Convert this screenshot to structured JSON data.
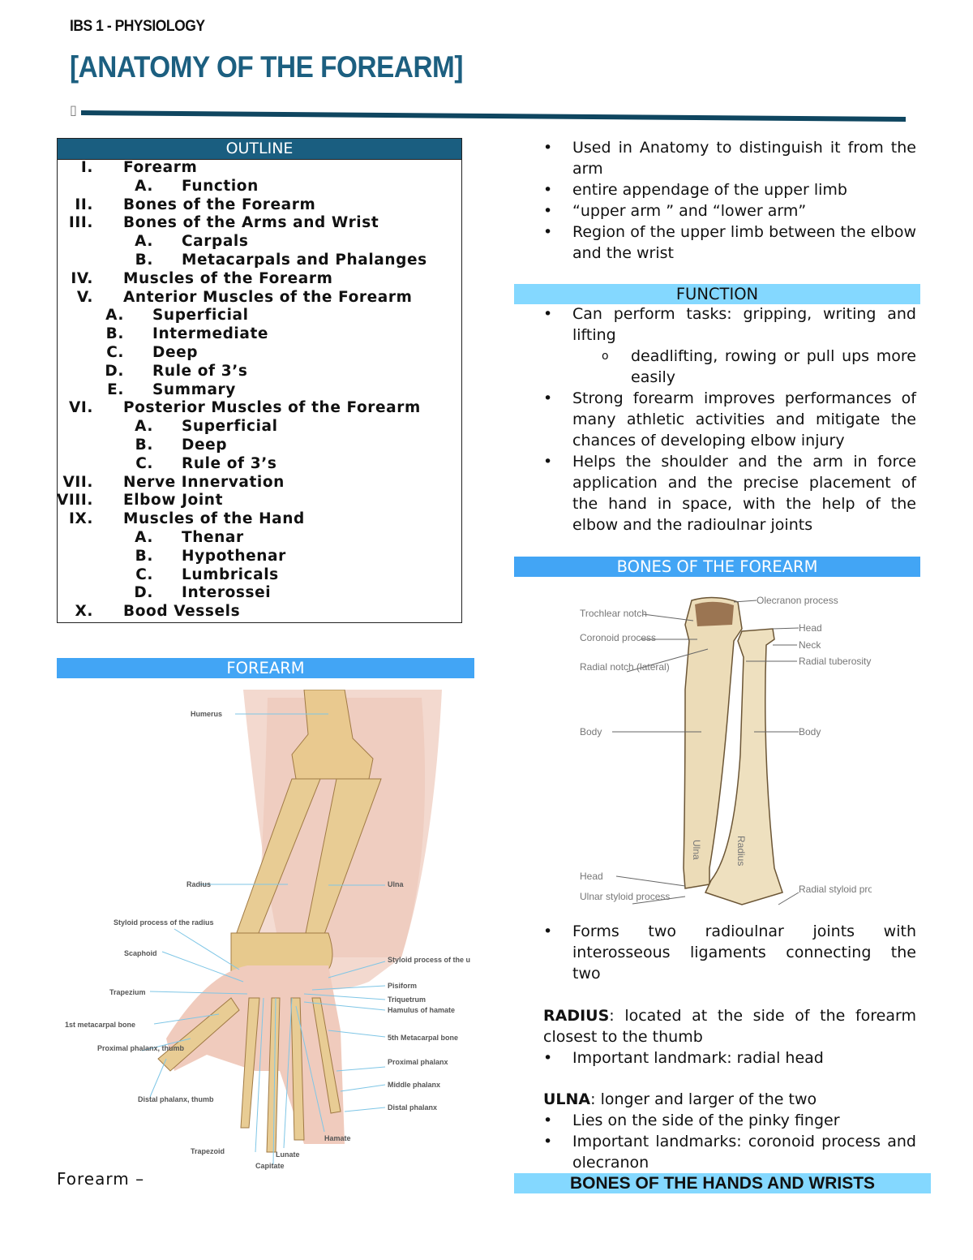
{
  "header": {
    "course": "IBS 1 - PHYSIOLOGY",
    "title": "[ANATOMY OF THE FOREARM]",
    "glyph": "▯"
  },
  "colors": {
    "title": "#1c5f80",
    "outline_header": "#1a5e80",
    "section_bar": "#42a5f5",
    "light_bar": "#84d8ff",
    "rule": "#0f4660"
  },
  "outline": {
    "heading": "OUTLINE",
    "items": [
      {
        "num": "I.",
        "label": "Forearm",
        "level": 0
      },
      {
        "num": "A.",
        "label": "Function",
        "level": 2
      },
      {
        "num": "II.",
        "label": "Bones of the Forearm",
        "level": 0
      },
      {
        "num": "III.",
        "label": "Bones of the Arms and Wrist",
        "level": 0
      },
      {
        "num": "A.",
        "label": "Carpals",
        "level": 2
      },
      {
        "num": "B.",
        "label": "Metacarpals and Phalanges",
        "level": 2
      },
      {
        "num": "IV.",
        "label": "Muscles of the Forearm",
        "level": 0
      },
      {
        "num": "V.",
        "label": "Anterior Muscles of the Forearm",
        "level": 0
      },
      {
        "num": "A.",
        "label": "Superficial",
        "level": 1
      },
      {
        "num": "B.",
        "label": "Intermediate",
        "level": 1
      },
      {
        "num": "C.",
        "label": "Deep",
        "level": 1
      },
      {
        "num": "D.",
        "label": "Rule of 3’s",
        "level": 1
      },
      {
        "num": "E.",
        "label": "Summary",
        "level": 1
      },
      {
        "num": "VI.",
        "label": "Posterior Muscles of the Forearm",
        "level": 0
      },
      {
        "num": "A.",
        "label": "Superficial",
        "level": 2
      },
      {
        "num": "B.",
        "label": "Deep",
        "level": 2
      },
      {
        "num": "C.",
        "label": "Rule of 3’s",
        "level": 2
      },
      {
        "num": "VII.",
        "label": "Nerve Innervation",
        "level": 0
      },
      {
        "num": "VIII.",
        "label": "Elbow Joint",
        "level": 0
      },
      {
        "num": "IX.",
        "label": "Muscles of the Hand",
        "level": 0
      },
      {
        "num": "A.",
        "label": "Thenar",
        "level": 2
      },
      {
        "num": "B.",
        "label": "Hypothenar",
        "level": 2
      },
      {
        "num": "C.",
        "label": "Lumbricals",
        "level": 2
      },
      {
        "num": "D.",
        "label": "Interossei",
        "level": 2
      },
      {
        "num": "X.",
        "label": "Bood Vessels",
        "level": 0
      }
    ]
  },
  "forearm": {
    "heading": "FOREARM",
    "caption": "Forearm –",
    "figure_labels": [
      "Humerus",
      "Radius",
      "Ulna",
      "Styloid process of the radius",
      "Scaphoid",
      "Trapezium",
      "1st metacarpal bone",
      "Proximal phalanx, thumb",
      "Distal phalanx, thumb",
      "Trapezoid",
      "Capitate",
      "Lunate",
      "Hamate",
      "Styloid process of the ulna",
      "Pisiform",
      "Triquetrum",
      "Hamulus of hamate",
      "5th Metacarpal bone",
      "Proximal phalanx",
      "Middle phalanx",
      "Distal phalanx"
    ]
  },
  "intro_bullets": [
    "Used in Anatomy to distinguish it from the arm",
    "entire appendage of the upper limb",
    "“upper arm ”  and  “lower arm”",
    "Region of the upper limb between the elbow and the wrist"
  ],
  "function": {
    "heading": "FUNCTION",
    "b1": "Can perform tasks:  gripping, writing and lifting",
    "b1_sub": "deadlifting, rowing or pull ups more easily",
    "b2": "Strong forearm improves performances of many athletic activities and mitigate the chances of developing elbow injury",
    "b3": "Helps the shoulder and the arm in force application and the precise placement of the hand in space, with the help of the elbow and the radioulnar joints"
  },
  "bones": {
    "heading": "BONES OF THE FOREARM",
    "figure_labels": {
      "trochlear": "Trochlear notch",
      "coronoid": "Coronoid process",
      "radial_notch": "Radial notch (lateral)",
      "body_l": "Body",
      "head_l": "Head",
      "ulnar_styloid": "Ulnar styloid process",
      "olecranon": "Olecranon process",
      "head_r": "Head",
      "neck": "Neck",
      "radial_tuberosity": "Radial tuberosity",
      "body_r": "Body",
      "radial_styloid": "Radial styloid process",
      "ulna": "Ulna",
      "radius": "Radius"
    },
    "joints_bullet": "Forms two radioulnar joints with interosseous ligaments connecting the two",
    "radius_term": "RADIUS",
    "radius_def": ": located at the side of the forearm closest to the thumb",
    "radius_bullet": "Important landmark: radial head",
    "ulna_term": "ULNA",
    "ulna_def": ": longer and larger of the two",
    "ulna_bullets": [
      "Lies on the side of the pinky finger",
      "Important landmarks: coronoid process and olecranon"
    ]
  },
  "hands": {
    "heading": "BONES OF THE HANDS AND WRISTS"
  }
}
